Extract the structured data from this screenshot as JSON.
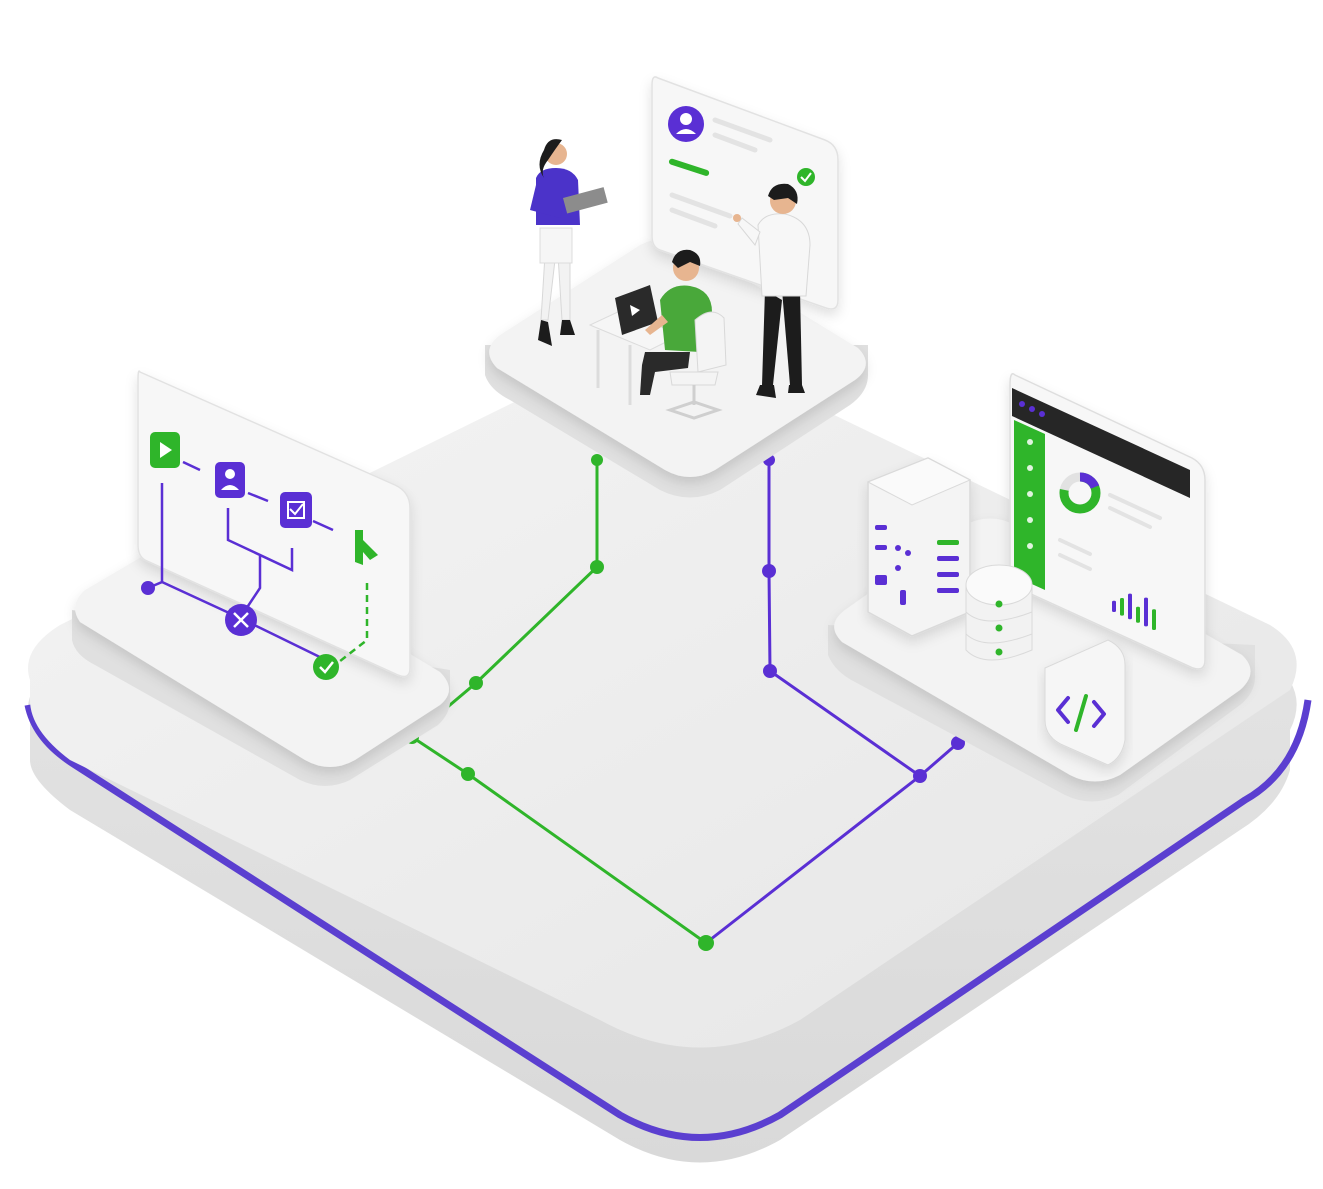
{
  "colors": {
    "background": "#ffffff",
    "platform_top": "#ededed",
    "platform_side": "#e2e2e2",
    "platform_stripe": "#5b3fd0",
    "accent_green": "#2fb52a",
    "accent_purple": "#5a2fd4",
    "panel": "#f6f6f6",
    "dark": "#2a2a2a",
    "skin": "#e7b590",
    "hair": "#1c1c1c"
  },
  "icons": {
    "workflow": [
      "play-icon",
      "user-icon",
      "checkbox-icon",
      "flag-icon",
      "close-icon",
      "check-icon"
    ],
    "collaboration": [
      "avatar-icon",
      "check-icon",
      "laptop-icon"
    ],
    "infrastructure": [
      "server-icon",
      "database-icon",
      "code-icon",
      "donut-chart-icon",
      "bar-chart-icon"
    ]
  },
  "chart_levels": {
    "donut_fraction": 0.78,
    "bars": [
      0.35,
      0.55,
      0.8,
      0.5,
      0.9,
      0.65
    ]
  }
}
